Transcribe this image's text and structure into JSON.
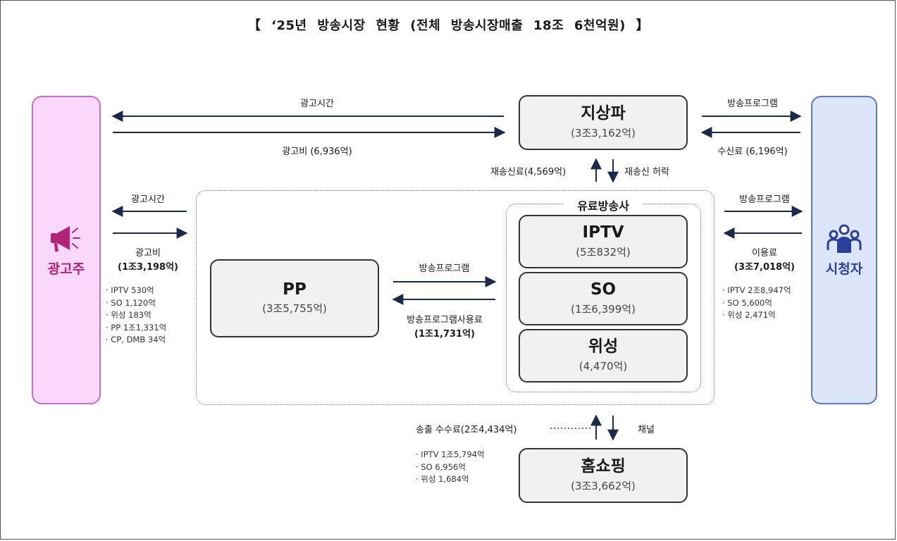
{
  "title": "【  ‘25년  방송시장  현황  (전체  방송시장매출  18조  6천억원)  】",
  "advertiser": {
    "label": "광고주",
    "icon": "megaphone-icon",
    "color": "#b2247a"
  },
  "viewer": {
    "label": "시청자",
    "icon": "people-icon",
    "color": "#2a3f98"
  },
  "terrestrial": {
    "name": "지상파",
    "value": "(3조3,162억)"
  },
  "paid_group_label": "유료방송사",
  "pp": {
    "name": "PP",
    "value": "(3조5,755억)"
  },
  "iptv": {
    "name": "IPTV",
    "value": "(5조832억)"
  },
  "so": {
    "name": "SO",
    "value": "(1조6,399억)"
  },
  "satellite": {
    "name": "위성",
    "value": "(4,470억)"
  },
  "homeshopping": {
    "name": "홈쇼핑",
    "value": "(3조3,662억)"
  },
  "flows": {
    "top_ad_time": "광고시간",
    "top_ad_fee": "광고비 (6,936억)",
    "terr_program": "방송프로그램",
    "terr_receive_fee": "수신료 (6,196억)",
    "retrans_fee": "재송신료(4,569억)",
    "retrans_permit": "재송신 허락",
    "mid_ad_time": "광고시간",
    "mid_ad_fee_label": "광고비",
    "mid_ad_fee_value": "(1조3,198억)",
    "paid_program": "방송프로그램",
    "usage_fee_label": "이용료",
    "usage_fee_value": "(3조7,018억)",
    "pp_program": "방송프로그램",
    "pp_usage_fee_label": "방송프로그램사용료",
    "pp_usage_fee_value": "(1조1,731억)",
    "transmission_fee": "송출 수수료(2조4,434억)",
    "channel": "채널"
  },
  "ad_breakdown": [
    "· IPTV 530억",
    "· SO 1,120억",
    "· 위성 183억",
    "· PP 1조1,331억",
    "· CP, DMB 34억"
  ],
  "usage_breakdown": [
    "· IPTV 2조8,947억",
    "· SO 5,600억",
    "· 위성 2,471억"
  ],
  "transmission_breakdown": [
    "· IPTV 1조5,794억",
    "· SO 6,956억",
    "· 위성 1,684억"
  ]
}
